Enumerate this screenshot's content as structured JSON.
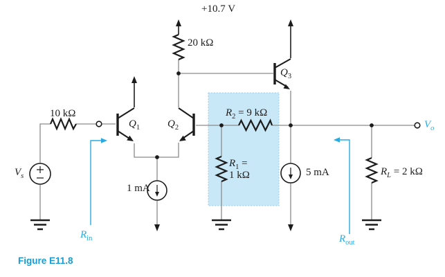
{
  "labels": {
    "supply_voltage": "+10.7 V",
    "resistor_20k": "20 kΩ",
    "resistor_10k": "10 kΩ",
    "q1": {
      "sym": "Q",
      "sub": "1"
    },
    "q2": {
      "sym": "Q",
      "sub": "2"
    },
    "q3": {
      "sym": "Q",
      "sub": "3"
    },
    "vs": {
      "sym": "V",
      "sub": "s"
    },
    "current_tail": "1 mA",
    "r2": {
      "sym": "R",
      "sub": "2",
      "eq": " = 9 kΩ"
    },
    "r1": {
      "sym": "R",
      "sub": "1",
      "eq": " =",
      "value": "1 kΩ"
    },
    "current_bias": "5 mA",
    "rl": {
      "sym": "R",
      "sub": "L",
      "eq": " = 2 kΩ"
    },
    "vo": {
      "sym": "V",
      "sub": "o"
    },
    "rin": {
      "sym": "R",
      "sub": "in"
    },
    "rout": {
      "sym": "R",
      "sub": "out"
    },
    "caption": "Figure E11.8"
  },
  "colors": {
    "annotation_cyan": "#29abe2",
    "caption_blue": "#189cd8",
    "highlight_fill": "#c9e8f7",
    "highlight_border": "#90cfee",
    "wire_gray": "#8a8a8a",
    "component_black": "#1c1c1c"
  }
}
